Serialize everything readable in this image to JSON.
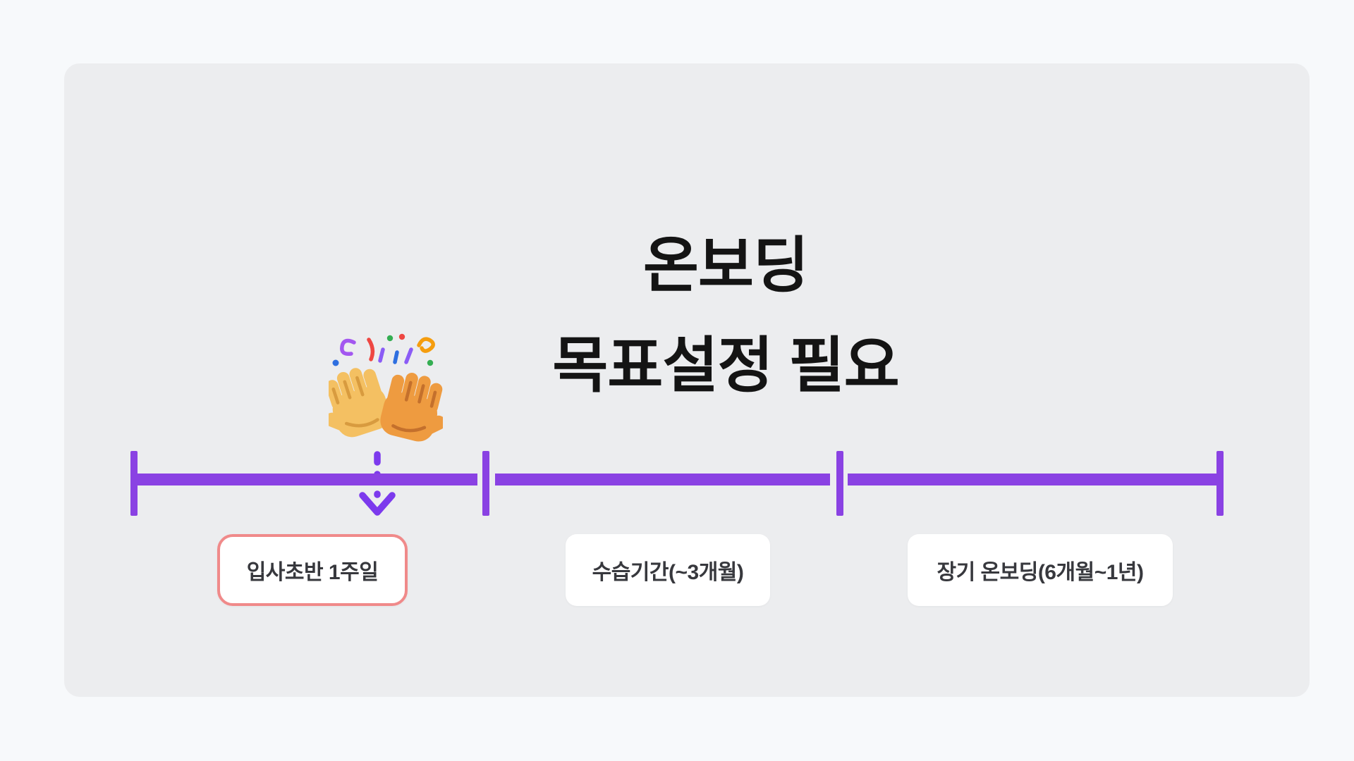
{
  "slide": {
    "title_line1": "온보딩",
    "title_line2": "목표설정 필요"
  },
  "timeline": {
    "labels": [
      {
        "text": "입사초반 1주일",
        "highlighted": true
      },
      {
        "text": "수습기간(~3개월)",
        "highlighted": false
      },
      {
        "text": "장기 온보딩(6개월~1년)",
        "highlighted": false
      }
    ]
  },
  "icons": {
    "celebration": "clapping-hands-with-confetti",
    "pointer": "dashed-down-arrow"
  },
  "colors": {
    "accent_purple": "#8A42E3",
    "arrow_purple": "#7C3AED",
    "highlight_border": "#F08A8A",
    "card_background": "#ECEDEF",
    "page_background": "#F7F9FB",
    "title_text": "#141414",
    "label_text": "#37383D"
  }
}
